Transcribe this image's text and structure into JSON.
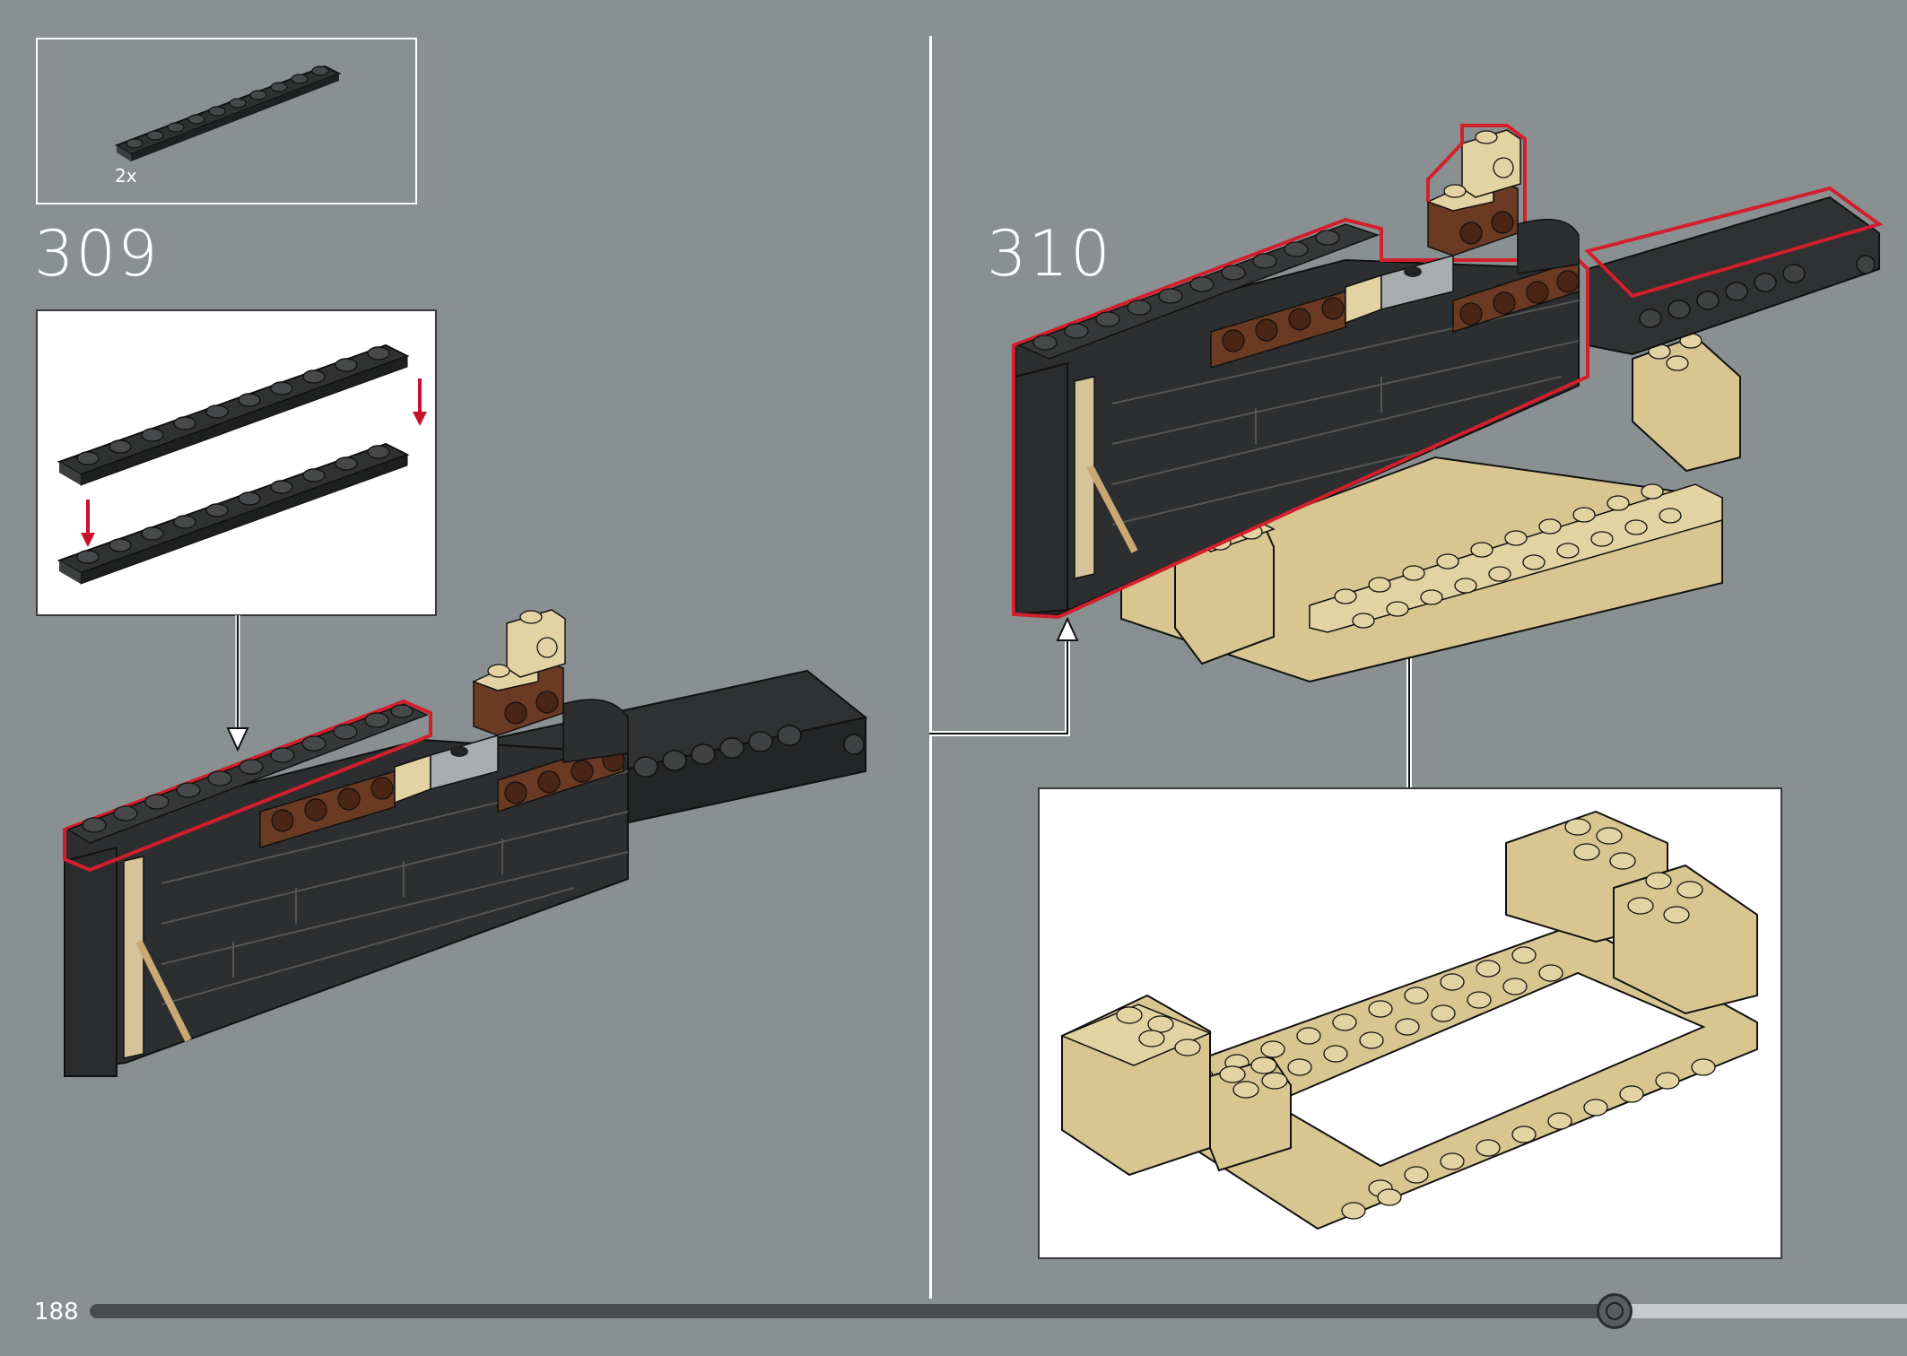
{
  "page": {
    "number": "188",
    "background": "#8a9092",
    "progress": 0.8
  },
  "parts_list": {
    "quantity": "2x",
    "icon": "dark-grey-plate-1x10-icon"
  },
  "steps": [
    {
      "number": "309"
    },
    {
      "number": "310"
    }
  ],
  "colors": {
    "dark_grey": "#3a3c3d",
    "tan": "#e4d3a2",
    "reddish_brown": "#6b3a22",
    "highlight_red": "#d21f2c",
    "arrow_red": "#c8102e",
    "light_grey": "#a9adb0"
  }
}
